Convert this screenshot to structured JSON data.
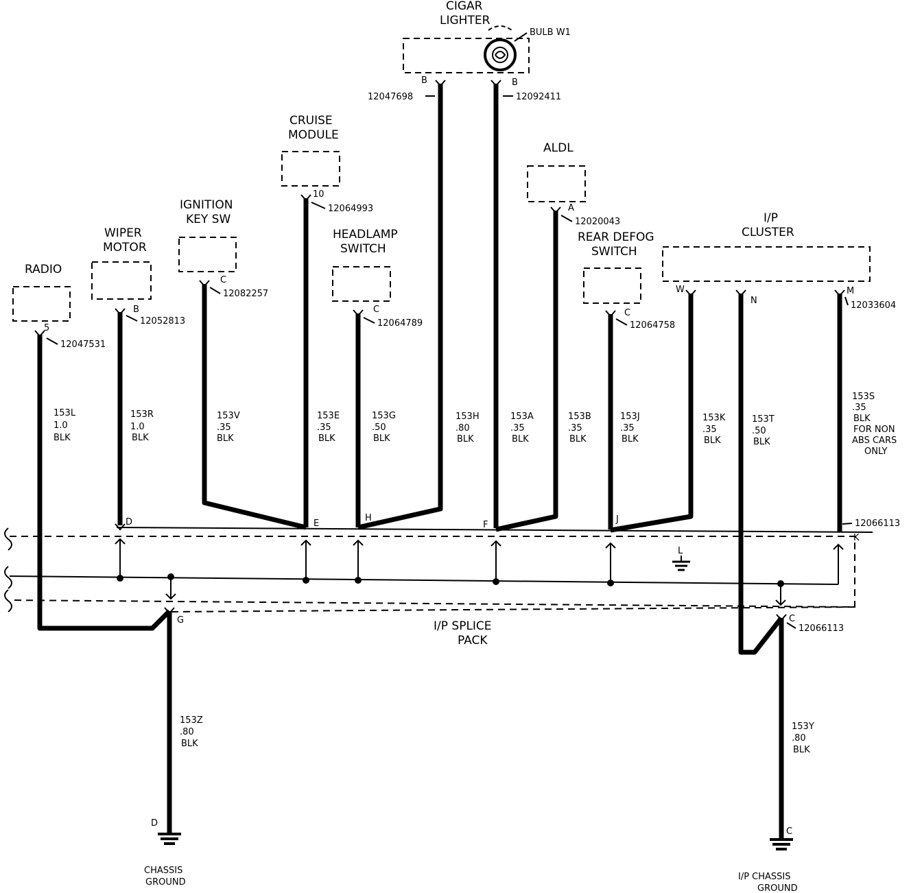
{
  "components": {
    "radio": "RADIO",
    "wiper_1": "WIPER",
    "wiper_2": "MOTOR",
    "ign_1": "IGNITION",
    "ign_2": "KEY SW",
    "cruise_1": "CRUISE",
    "cruise_2": "MODULE",
    "headlamp_1": "HEADLAMP",
    "headlamp_2": "SWITCH",
    "cigar_1": "CIGAR",
    "cigar_2": "LIGHTER",
    "bulb": "BULB W1",
    "aldl": "ALDL",
    "defog_1": "REAR DEFOG",
    "defog_2": "SWITCH",
    "ip_1": "I/P",
    "ip_2": "CLUSTER",
    "splice_1": "I/P SPLICE",
    "splice_2": "PACK",
    "gnd1_1": "CHASSIS",
    "gnd1_2": "GROUND",
    "gnd2_1": "I/P CHASSIS",
    "gnd2_2": "GROUND"
  },
  "connectors": {
    "radio": "12047531",
    "wiper": "12052813",
    "ign": "12082257",
    "cruise": "12064993",
    "headlamp": "12064789",
    "cigar_left": "12047698",
    "cigar_right": "12092411",
    "aldl": "12020043",
    "defog": "12064758",
    "ip": "12033604",
    "splice_k": "12066113",
    "splice_c": "12066113"
  },
  "pins": {
    "radio": "5",
    "wiper": "B",
    "ign": "C",
    "cruise": "10",
    "headlamp": "C",
    "cigar_l": "B",
    "cigar_r": "B",
    "aldl": "A",
    "defog": "C",
    "ip_w": "W",
    "ip_n": "N",
    "ip_m": "M",
    "sp_d": "D",
    "sp_e": "E",
    "sp_h": "H",
    "sp_f": "F",
    "sp_j": "J",
    "sp_k": "K",
    "sp_l": "L",
    "sp_g": "G",
    "sp_c": "C",
    "gnd_d": "D",
    "gnd_c": "C"
  },
  "wires": {
    "w153l": [
      "153L",
      "1.0",
      "BLK"
    ],
    "w153r": [
      "153R",
      "1.0",
      "BLK"
    ],
    "w153v": [
      "153V",
      ".35",
      "BLK"
    ],
    "w153e": [
      "153E",
      ".35",
      "BLK"
    ],
    "w153g": [
      "153G",
      ".50",
      "BLK"
    ],
    "w153h": [
      "153H",
      ".80",
      "BLK"
    ],
    "w153a": [
      "153A",
      ".35",
      "BLK"
    ],
    "w153b": [
      "153B",
      ".35",
      "BLK"
    ],
    "w153j": [
      "153J",
      ".35",
      "BLK"
    ],
    "w153k": [
      "153K",
      ".35",
      "BLK"
    ],
    "w153t": [
      "153T",
      ".50",
      "BLK"
    ],
    "w153s": [
      "153S",
      ".35",
      "BLK",
      "FOR NON",
      "ABS CARS",
      "ONLY"
    ],
    "w153z": [
      "153Z",
      ".80",
      "BLK"
    ],
    "w153y": [
      "153Y",
      ".80",
      "BLK"
    ]
  }
}
